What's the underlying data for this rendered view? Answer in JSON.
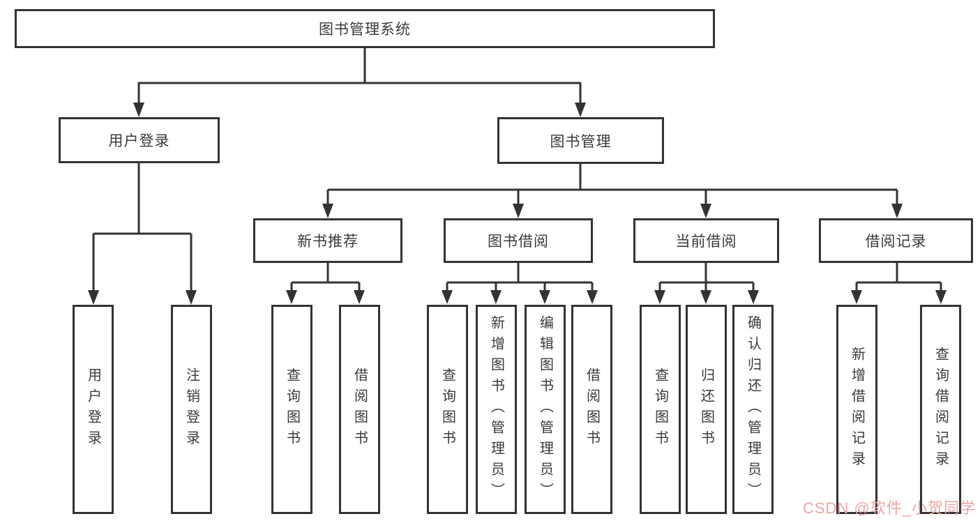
{
  "diagram": {
    "type": "tree",
    "nodes": {
      "root": "图书管理系统",
      "user_login": "用户登录",
      "book_mgmt": "图书管理",
      "new_book_rec": "新书推荐",
      "book_borrow": "图书借阅",
      "current_borrow": "当前借阅",
      "borrow_records": "借阅记录",
      "ul_user_login": "用户登录",
      "ul_logout": "注销登录",
      "nbr_query_book": "查询图书",
      "nbr_borrow_book": "借阅图书",
      "bb_query_book": "查询图书",
      "bb_add_book": "新增图书（管理员）",
      "bb_edit_book": "编辑图书（管理员）",
      "bb_borrow_book": "借阅图书",
      "cb_query_book": "查询图书",
      "cb_return_book": "归还图书",
      "cb_confirm_return": "确认归还（管理员）",
      "br_add_record": "新增借阅记录",
      "br_query_record": "查询借阅记录"
    },
    "edges": [
      [
        "图书管理系统",
        "用户登录"
      ],
      [
        "图书管理系统",
        "图书管理"
      ],
      [
        "用户登录",
        "用户登录"
      ],
      [
        "用户登录",
        "注销登录"
      ],
      [
        "图书管理",
        "新书推荐"
      ],
      [
        "图书管理",
        "图书借阅"
      ],
      [
        "图书管理",
        "当前借阅"
      ],
      [
        "图书管理",
        "借阅记录"
      ],
      [
        "新书推荐",
        "查询图书"
      ],
      [
        "新书推荐",
        "借阅图书"
      ],
      [
        "图书借阅",
        "查询图书"
      ],
      [
        "图书借阅",
        "新增图书（管理员）"
      ],
      [
        "图书借阅",
        "编辑图书（管理员）"
      ],
      [
        "图书借阅",
        "借阅图书"
      ],
      [
        "当前借阅",
        "查询图书"
      ],
      [
        "当前借阅",
        "归还图书"
      ],
      [
        "当前借阅",
        "确认归还（管理员）"
      ],
      [
        "借阅记录",
        "新增借阅记录"
      ],
      [
        "借阅记录",
        "查询借阅记录"
      ]
    ],
    "colors": {
      "line": "#333333",
      "box_border": "#333333",
      "box_background": "#ffffff",
      "text": "#3a3a3a",
      "watermark": "#eba6a6"
    }
  },
  "watermark": {
    "text": "CSDN @软件_小贺同学"
  }
}
